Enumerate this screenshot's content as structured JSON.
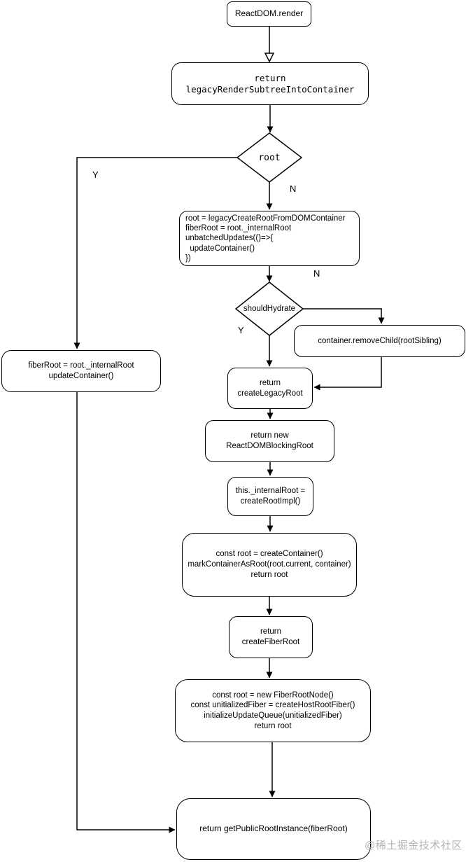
{
  "diagram": {
    "title": "ReactDOM.render flowchart",
    "nodes": {
      "start": {
        "label": "ReactDOM.render"
      },
      "legacy_render": {
        "label": "return\nlegacyRenderSubtreeIntoContainer"
      },
      "root_decision": {
        "label": "root"
      },
      "create_root_code": {
        "label": "root = legacyCreateRootFromDOMContainer\nfiberRoot = root._internalRoot\nunbatchedUpdates(()=>{\n  updateContainer()\n})"
      },
      "should_hydrate": {
        "label": "shouldHydrate"
      },
      "remove_child": {
        "label": "container.removeChild(rootSibling)"
      },
      "create_legacy_root": {
        "label": "return\ncreateLegacyRoot"
      },
      "blocking_root": {
        "label": "return new\nReactDOMBlockingRoot"
      },
      "internal_root": {
        "label": "this._internalRoot =\ncreateRootImpl()"
      },
      "create_container": {
        "label": "const root = createContainer()\nmarkContainerAsRoot(root.current, container)\nreturn root"
      },
      "create_fiber_root": {
        "label": "return\ncreateFiberRoot"
      },
      "fiber_root_node": {
        "label": "const root = new FiberRootNode()\nconst unitializedFiber = createHostRootFiber()\ninitializeUpdateQueue(unitializedFiber)\nreturn root"
      },
      "get_public_root": {
        "label": "return getPublicRootInstance(fiberRoot)"
      },
      "update_existing": {
        "label": "fiberRoot = root._internalRoot\nupdateContainer()"
      }
    },
    "edge_labels": {
      "root_yes": "Y",
      "root_no": "N",
      "hydrate_no": "N",
      "hydrate_yes": "Y"
    },
    "watermark": "@稀土掘金技术社区",
    "colors": {
      "stroke": "#000000",
      "background": "#ffffff",
      "watermark": "#b5b5b5"
    }
  }
}
